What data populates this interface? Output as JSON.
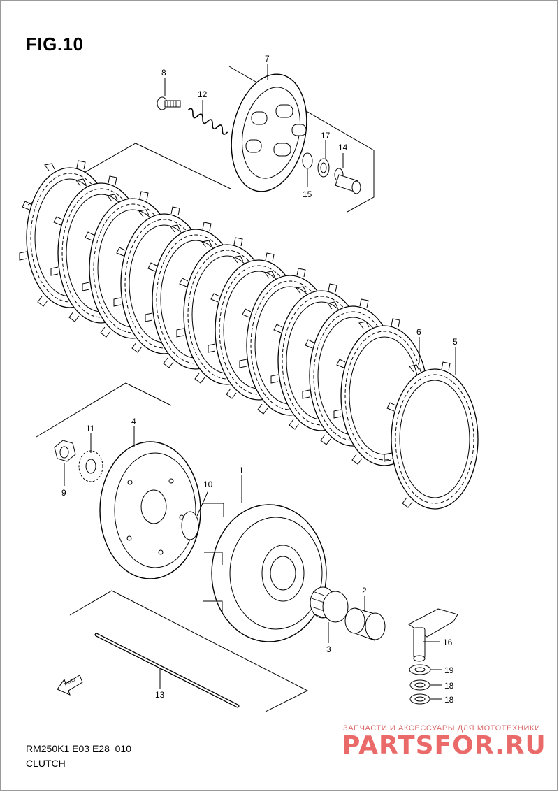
{
  "figure": {
    "title": "FIG.10"
  },
  "footer": {
    "model_code": "RM250K1 E03 E28_010",
    "section": "CLUTCH"
  },
  "fwd_arrow": {
    "label": "FWD"
  },
  "watermark": {
    "tagline": "ЗАПЧАСТИ И АКСЕССУАРЫ ДЛЯ МОТОТЕХНИКИ",
    "logo": "PARTSFOR.RU"
  },
  "callouts": {
    "part_1": "1",
    "part_2": "2",
    "part_3": "3",
    "part_4": "4",
    "part_5": "5",
    "part_6": "6",
    "part_7": "7",
    "part_8": "8",
    "part_9": "9",
    "part_10": "10",
    "part_11": "11",
    "part_12": "12",
    "part_13": "13",
    "part_14": "14",
    "part_15": "15",
    "part_16": "16",
    "part_17": "17",
    "part_18a": "18",
    "part_18b": "18",
    "part_19": "19"
  }
}
